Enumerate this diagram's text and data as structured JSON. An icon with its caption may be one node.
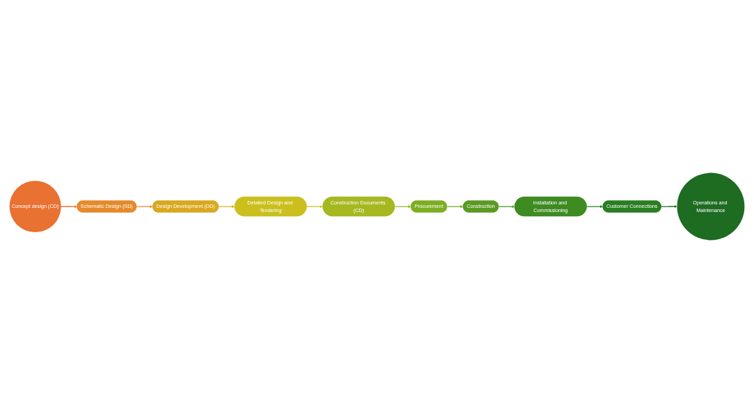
{
  "diagram": {
    "nodes": [
      {
        "text": [
          "Concept design (CD)"
        ]
      },
      {
        "text": [
          "Procurement"
        ]
      },
      {
        "text": [
          "Construction"
        ]
      },
      {
        "text": [
          "Schematic Design (SD)"
        ]
      },
      {
        "text": [
          "Construction Documents (CD)"
        ]
      },
      {
        "text": [
          "Installation and Commissioning"
        ]
      },
      {
        "text": [
          "Design Development (DD)"
        ]
      },
      {
        "text": [
          "Detailed Design and Tendering"
        ]
      },
      {
        "text": [
          "Customer Connections"
        ]
      },
      {
        "text": [
          "Operations and Maintenance"
        ]
      }
    ],
    "edges": [
      {
        "from": 0,
        "to": 3,
        "arrow": "to",
        "color": "#e97132"
      },
      {
        "from": 3,
        "to": 6,
        "arrow": "to",
        "color": "#e58a2a"
      },
      {
        "from": 6,
        "to": 7,
        "arrow": "to",
        "color": "#d9b020"
      },
      {
        "from": 7,
        "to": 4,
        "arrow": "to",
        "color": "#c8c41e"
      },
      {
        "from": 4,
        "to": 1,
        "arrow": "to",
        "color": "#95b424"
      },
      {
        "from": 1,
        "to": 2,
        "arrow": "to",
        "color": "#72a823"
      },
      {
        "from": 2,
        "to": 5,
        "arrow": "to",
        "color": "#4a9122"
      },
      {
        "from": 5,
        "to": 8,
        "arrow": "to",
        "color": "#2d7f22"
      },
      {
        "from": 8,
        "to": 9,
        "arrow": "to",
        "color": "#1f6e2a"
      }
    ]
  }
}
